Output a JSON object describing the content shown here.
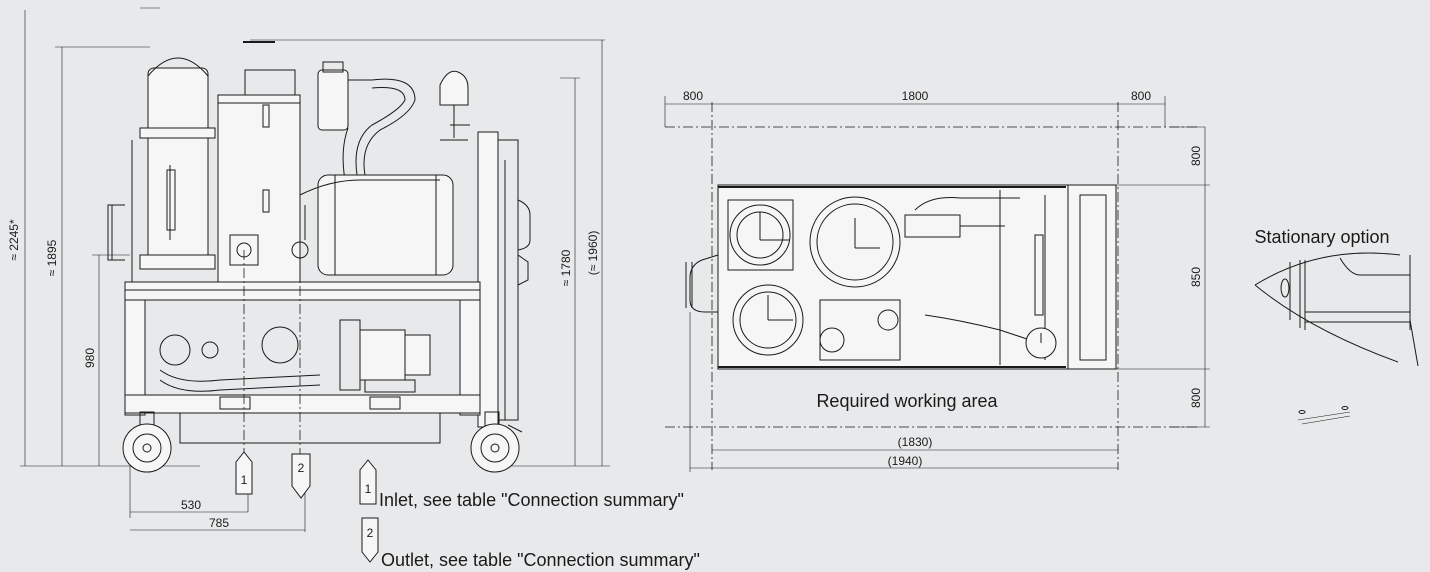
{
  "dimensions": {
    "left_view": {
      "total_height": "≈ 2245*",
      "frame_height": "≈ 1895",
      "inlet_height": "980",
      "handle_height": "≈ 1780",
      "overall_height": "(≈ 1960)",
      "inlet_offset": "530",
      "outlet_offset": "785"
    },
    "top_view": {
      "clear_left": "800",
      "length": "1800",
      "clear_right": "800",
      "clear_top": "800",
      "width": "850",
      "clear_bottom": "800",
      "frame_length": "(1830)",
      "overall_length": "(1940)"
    }
  },
  "labels": {
    "working_area": "Required working area",
    "stationary": "Stationary option"
  },
  "legend": [
    {
      "number": "1",
      "text": "Inlet, see table \"Connection summary\""
    },
    {
      "number": "2",
      "text": "Outlet, see table \"Connection summary\""
    }
  ],
  "markers": {
    "inlet": "1",
    "outlet": "2"
  }
}
